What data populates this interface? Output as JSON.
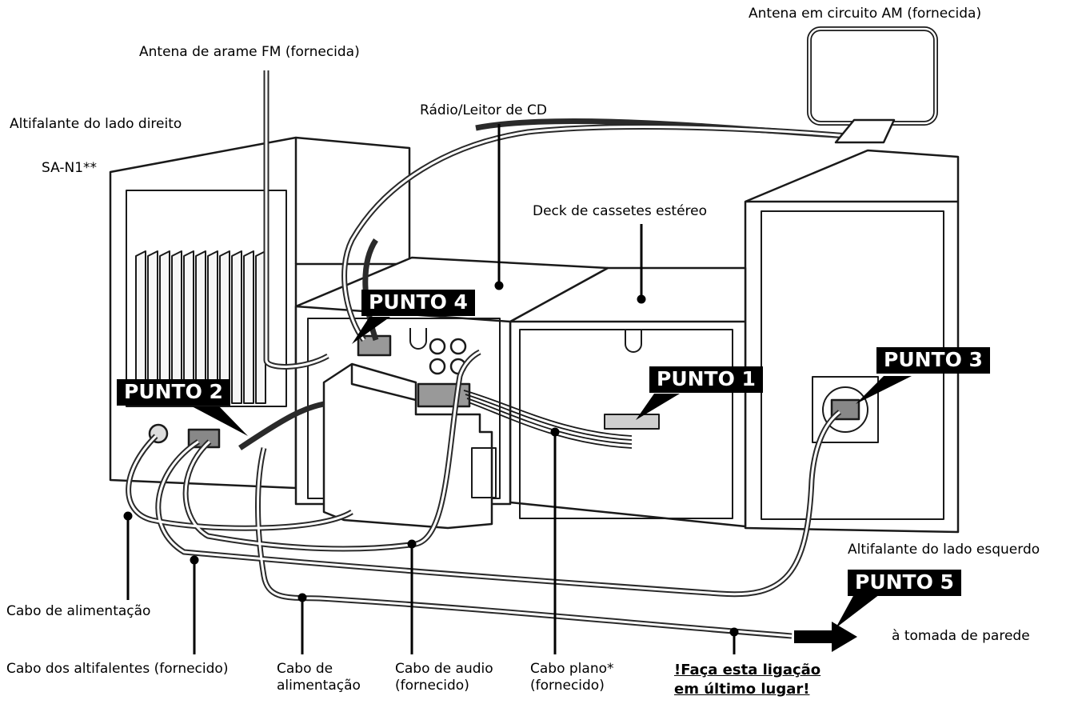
{
  "labels": {
    "am_antenna": "Antena em circuito AM (fornecida)",
    "fm_antenna": "Antena de arame FM (fornecida)",
    "right_speaker": "Altifalante do lado direito",
    "model": "SA-N1**",
    "radio_cd": "Rádio/Leitor de CD",
    "cassette_deck": "Deck de cassetes estéreo",
    "left_speaker": "Altifalante do lado esquerdo",
    "wall_outlet": "à tomada de parede",
    "power_cable_1": "Cabo de alimentação",
    "speaker_cables": "Cabo dos altifalentes (fornecido)",
    "power_cable_2": "Cabo de alimentação",
    "audio_cable": "Cabo de audio (fornecido)",
    "flat_cable": "Cabo plano* (fornecido)"
  },
  "points": {
    "p1": "PUNTO 1",
    "p2": "PUNTO 2",
    "p3": "PUNTO 3",
    "p4": "PUNTO 4",
    "p5": "PUNTO 5"
  },
  "warning": {
    "line1": "!Faça esta ligação",
    "line2": "em último lugar!"
  }
}
